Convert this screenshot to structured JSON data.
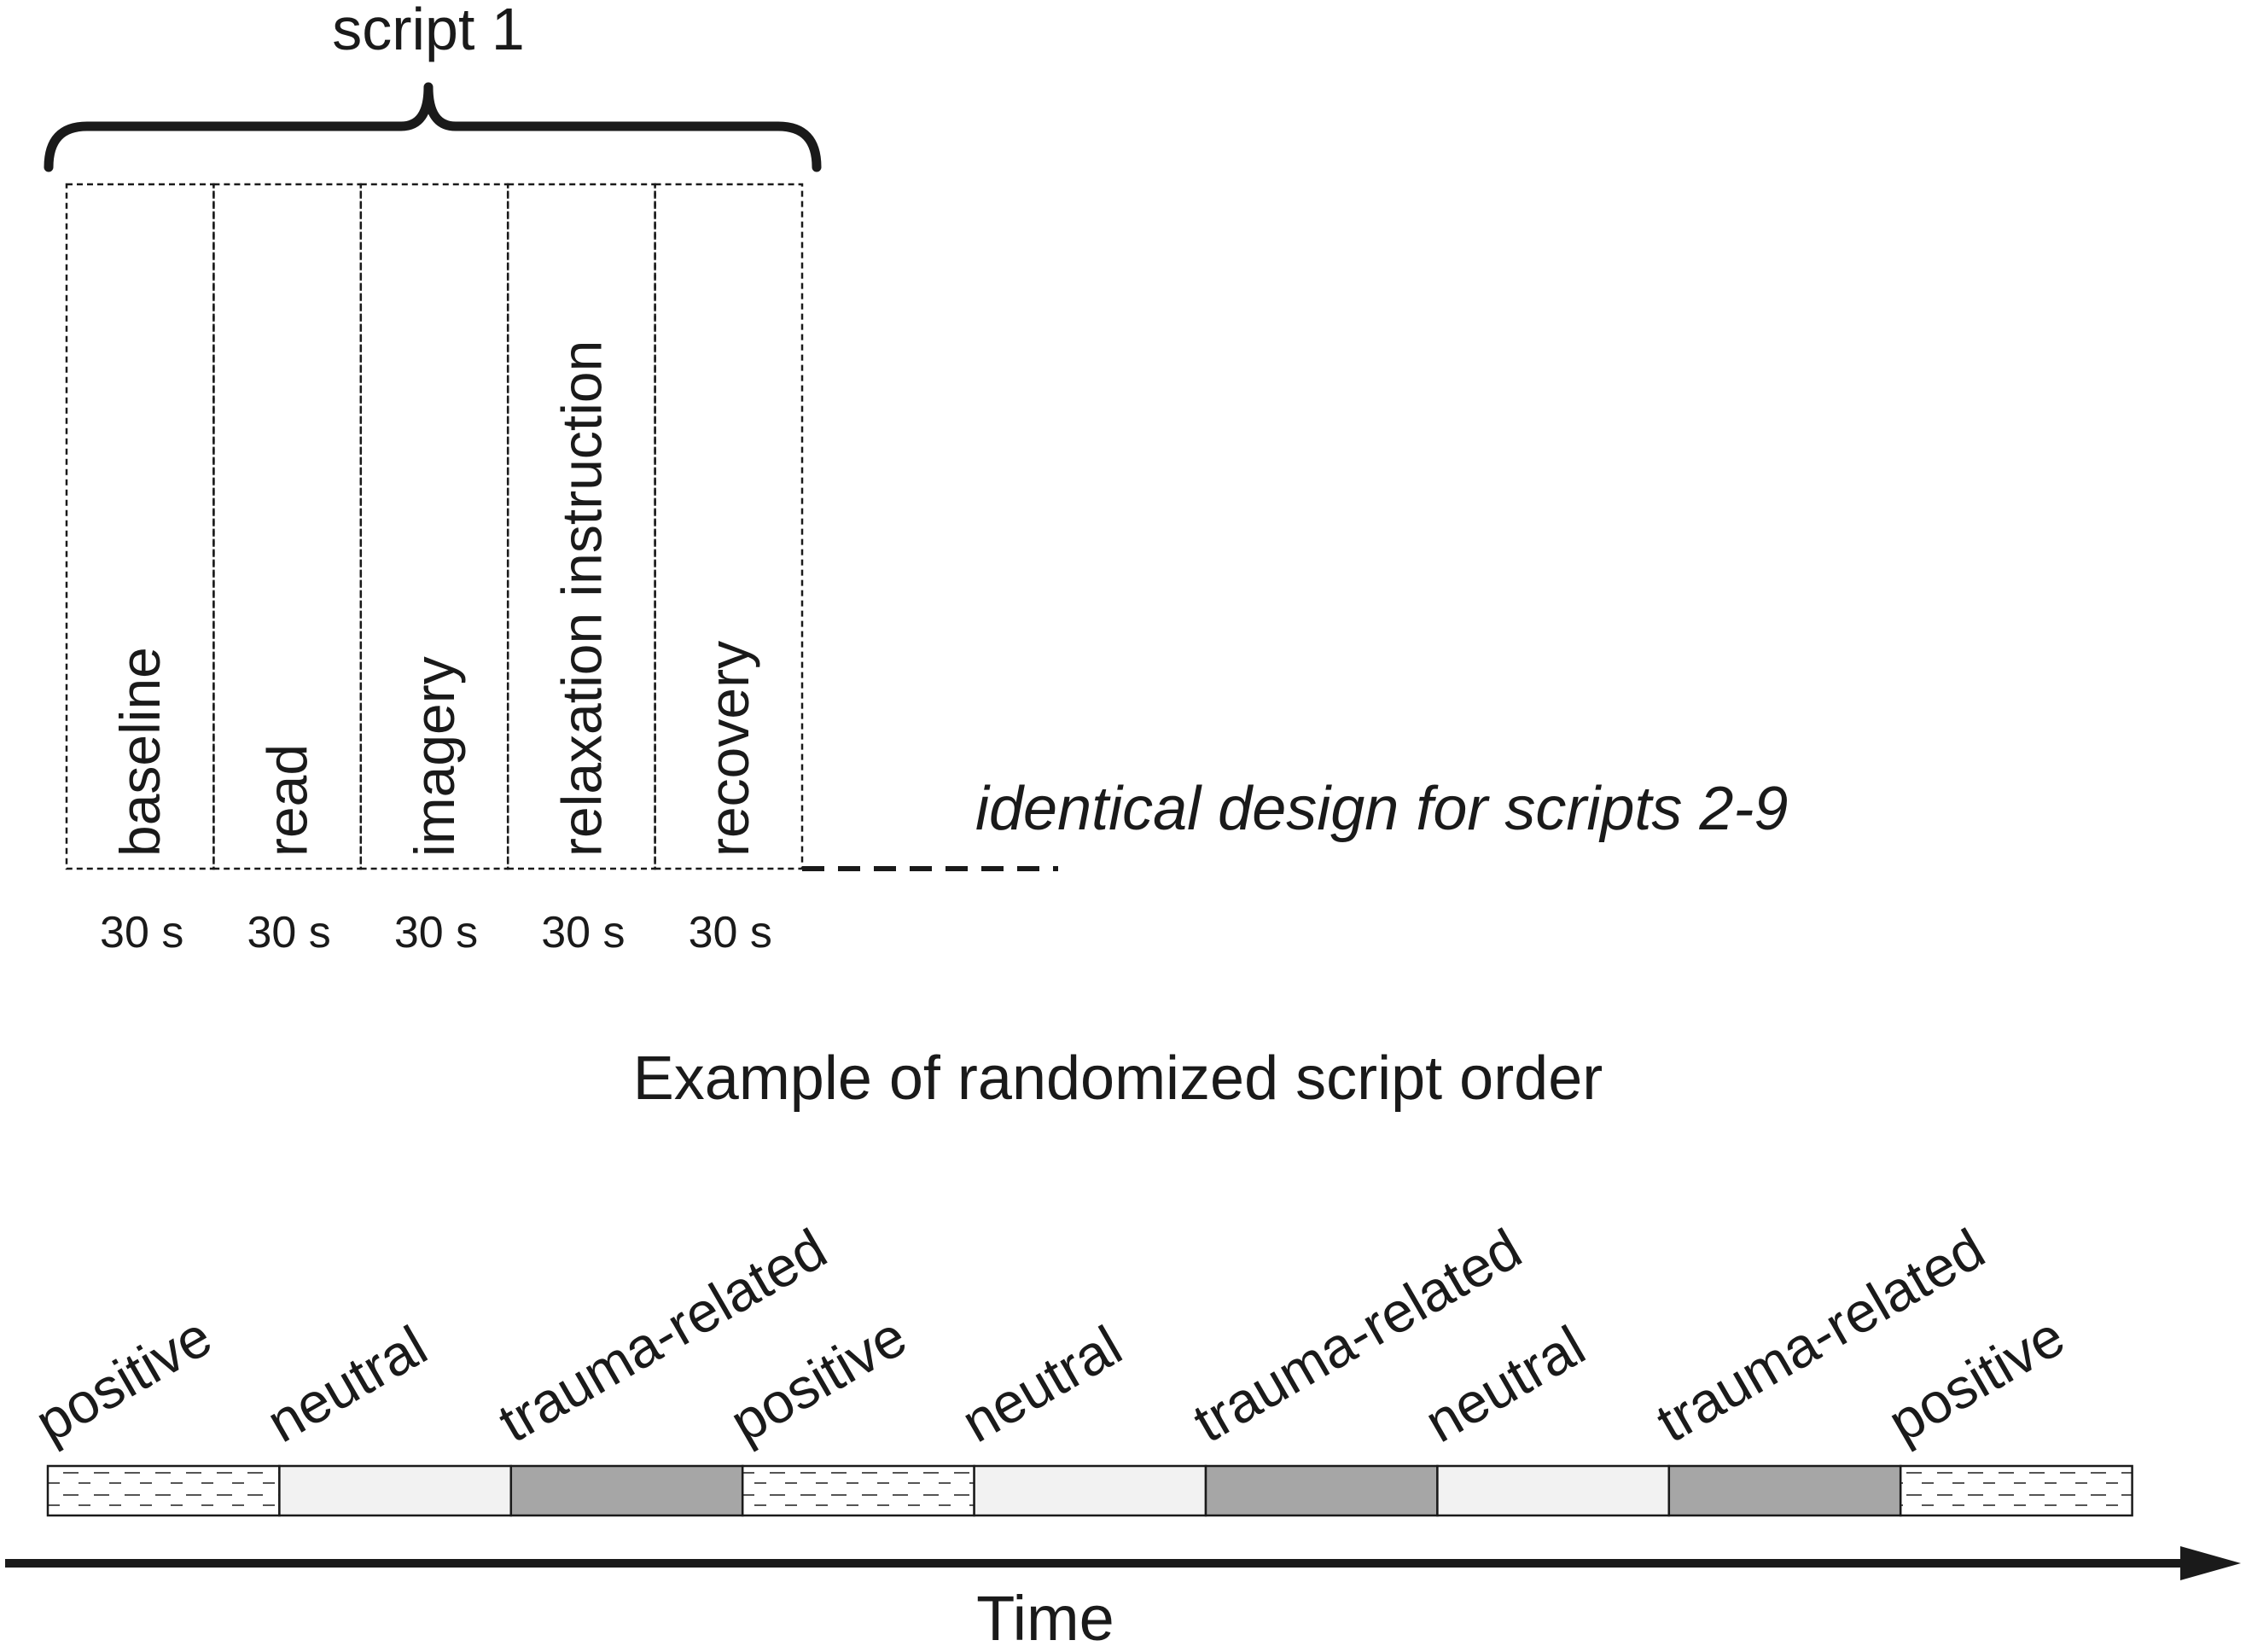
{
  "script_block": {
    "title": "script 1",
    "phases": [
      {
        "label": "baseline",
        "duration": "30 s"
      },
      {
        "label": "read",
        "duration": "30 s"
      },
      {
        "label": "imagery",
        "duration": "30 s"
      },
      {
        "label": "relaxation instruction",
        "duration": "30 s"
      },
      {
        "label": "recovery",
        "duration": "30 s"
      }
    ],
    "continuation_note": "identical design for scripts 2-9"
  },
  "sequence": {
    "title": "Example of randomized script order",
    "scripts": [
      {
        "label": "positive",
        "type": "positive"
      },
      {
        "label": "neutral",
        "type": "neutral"
      },
      {
        "label": "trauma-related",
        "type": "trauma"
      },
      {
        "label": "positive",
        "type": "positive"
      },
      {
        "label": "neutral",
        "type": "neutral"
      },
      {
        "label": "trauma-related",
        "type": "trauma"
      },
      {
        "label": "neutral",
        "type": "neutral"
      },
      {
        "label": "trauma-related",
        "type": "trauma"
      },
      {
        "label": "positive",
        "type": "positive"
      }
    ],
    "axis_label": "Time"
  },
  "colors": {
    "ink": "#1a1a1a",
    "neutral_fill": "#f2f2f2",
    "trauma_fill": "#a6a6a6",
    "positive_fill": "#ffffff",
    "positive_dash": "#555555"
  }
}
